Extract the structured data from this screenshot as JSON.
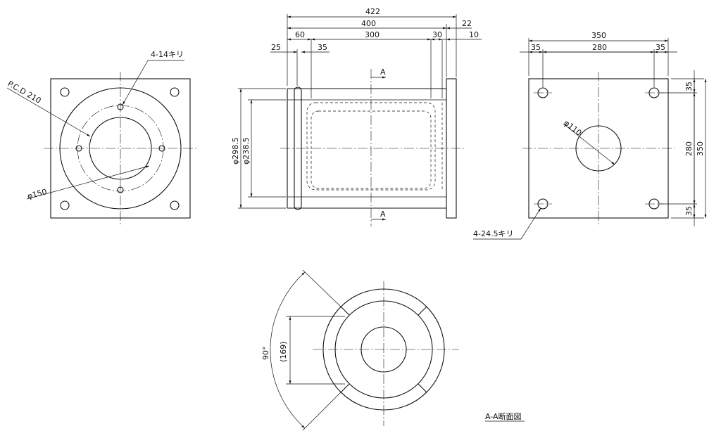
{
  "colors": {
    "line": "#111111",
    "background": "#ffffff"
  },
  "left_view": {
    "hole_label": "4-14キリ",
    "pcd_label": "P.C.D 210",
    "bore_label": "φ150"
  },
  "front_view": {
    "dims": {
      "overall": "422",
      "body": "400",
      "flange": "22",
      "left_offset": "60",
      "middle": "300",
      "right_offset": "30",
      "right_small": "10",
      "left_small_a": "25",
      "left_small_b": "35"
    },
    "dia_outer": "φ298.5",
    "dia_inner": "φ238.5",
    "section_mark_top": "A",
    "section_mark_bottom": "A"
  },
  "right_view": {
    "width_overall": "350",
    "width_left": "35",
    "width_middle": "280",
    "width_right": "35",
    "height_top": "35",
    "height_middle": "280",
    "height_overall": "350",
    "height_bottom": "35",
    "bore_label": "φ110",
    "hole_label": "4-24.5キリ"
  },
  "section_view": {
    "angle_label": "90°",
    "ref_dim_label": "(169)",
    "title": "A-A断面図"
  }
}
